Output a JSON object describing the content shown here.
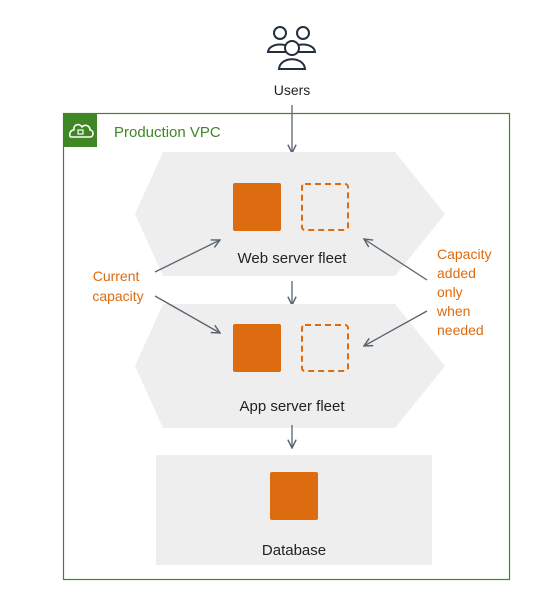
{
  "users": {
    "label": "Users",
    "icon": "users-icon"
  },
  "vpc": {
    "label": "Production VPC",
    "icon": "cloud-icon",
    "color": "#3f8624"
  },
  "web_fleet": {
    "label": "Web server fleet"
  },
  "app_fleet": {
    "label": "App server fleet"
  },
  "database": {
    "label": "Database"
  },
  "annotations": {
    "current": [
      "Current",
      "capacity"
    ],
    "added": [
      "Capacity",
      "added",
      "only",
      "when",
      "needed"
    ]
  },
  "colors": {
    "orange": "#dd6b10",
    "arrow": "#5a6470",
    "panel": "#eeeeee",
    "text": "#222222"
  }
}
